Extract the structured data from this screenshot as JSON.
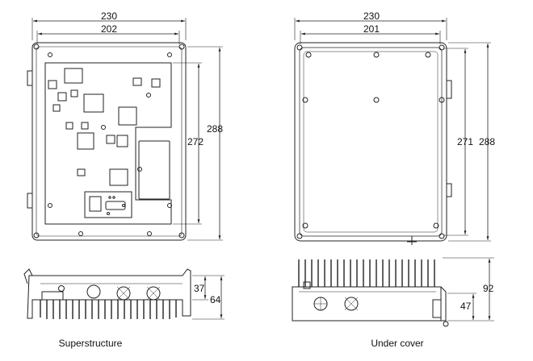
{
  "superstructure": {
    "caption": "Superstructure",
    "dims": {
      "outer_width": "230",
      "inner_width": "202",
      "outer_height": "288",
      "inner_height": "272",
      "side_height_small": "37",
      "side_height_total": "64"
    }
  },
  "under_cover": {
    "caption": "Under cover",
    "dims": {
      "outer_width": "230",
      "inner_width": "201",
      "inner_height": "271",
      "outer_height": "288",
      "side_height_total": "92",
      "side_height_small": "47"
    }
  }
}
